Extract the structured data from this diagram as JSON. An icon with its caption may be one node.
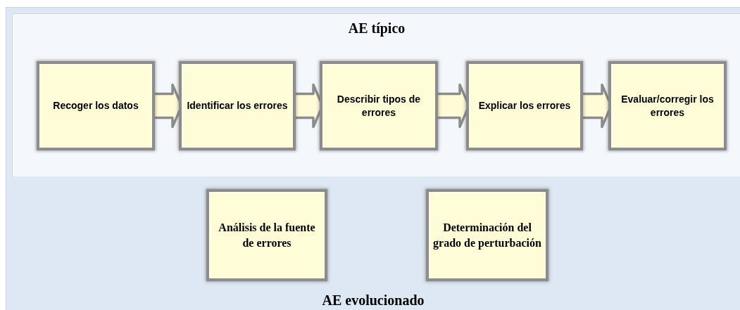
{
  "diagram": {
    "nodes": [
      {
        "text": [
          "AE evolucionado"
        ]
      },
      {
        "text": [
          "AE típico"
        ],
        "in": 0
      },
      {
        "text": [
          "Recoger los datos"
        ],
        "in": 1
      },
      {
        "text": [
          "Identificar los errores"
        ],
        "in": 1
      },
      {
        "text": [
          "Describir tipos de errores"
        ],
        "in": 1
      },
      {
        "text": [
          "Explicar los errores"
        ],
        "in": 1
      },
      {
        "text": [
          "Evaluar/corregir los errores"
        ],
        "in": 1
      },
      {
        "text": [
          "Análisis de la fuente de errores"
        ],
        "in": 0
      },
      {
        "text": [
          "Determinación del grado de perturbación"
        ],
        "in": 0
      }
    ],
    "edges": [
      {
        "from": 2,
        "to": 3,
        "arrow": "to"
      },
      {
        "from": 3,
        "to": 4,
        "arrow": "to"
      },
      {
        "from": 4,
        "to": 5,
        "arrow": "to"
      },
      {
        "from": 5,
        "to": 6,
        "arrow": "to"
      }
    ]
  }
}
